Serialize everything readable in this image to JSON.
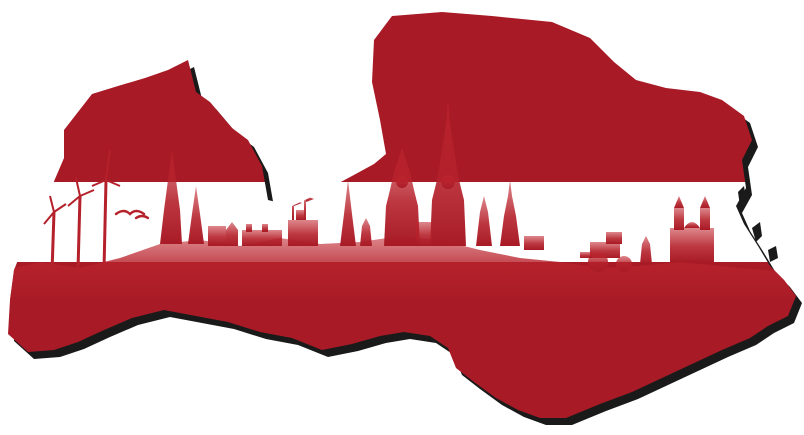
{
  "image": {
    "subject": "latvia-map-flag-skyline-illustration",
    "colors": {
      "flag_red": "#a81b26",
      "flag_white": "#ffffff",
      "shadow": "#1a1a1a",
      "skyline_red": "#b5212b",
      "background": "#ffffff"
    },
    "flag_band_order": [
      "red",
      "white",
      "red"
    ],
    "skyline_elements": [
      "wind-turbines",
      "flying-birds",
      "church-spires",
      "castle-towers",
      "flags",
      "tractor",
      "cathedral"
    ]
  }
}
